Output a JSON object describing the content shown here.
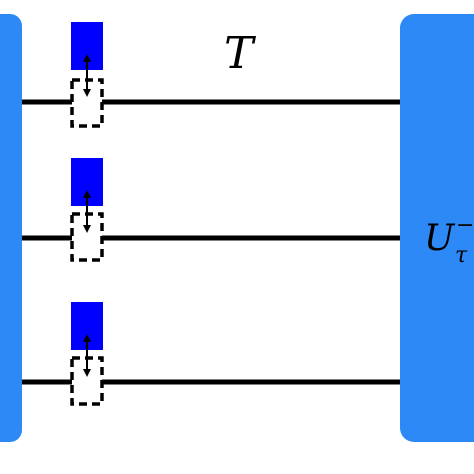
{
  "diagram": {
    "top_label": "T",
    "right_block_label": "U",
    "right_block_subscript": "τ",
    "right_block_superscript": "−",
    "wire_count": 3,
    "colors": {
      "block": "#2d89f5",
      "qubit": "#0000ff",
      "wire": "#000000",
      "background": "#ffffff"
    }
  }
}
